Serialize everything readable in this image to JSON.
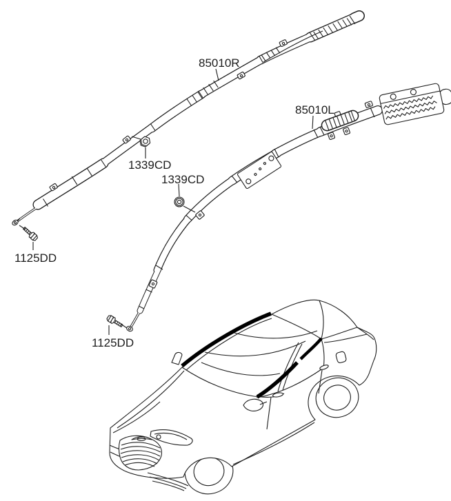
{
  "diagram": {
    "background": "#ffffff",
    "line_color": "#1c1c1c",
    "stripe_color": "#000000",
    "callouts": [
      {
        "id": "curtain-airbag-right",
        "label": "85010R"
      },
      {
        "id": "curtain-airbag-left",
        "label": "85010L"
      },
      {
        "id": "mounting-nut-upper",
        "label": "1339CD"
      },
      {
        "id": "mounting-washer-lower",
        "label": "1339CD"
      },
      {
        "id": "tether-bolt-left",
        "label": "1125DD"
      },
      {
        "id": "tether-bolt-lower",
        "label": "1125DD"
      }
    ],
    "illustration": "sedan-three-quarter-front-view-with-curtain-airbag-stripes"
  }
}
